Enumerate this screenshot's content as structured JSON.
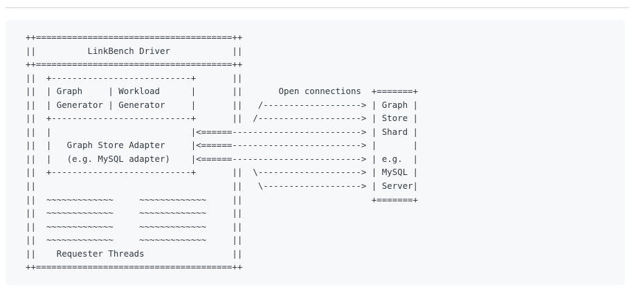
{
  "page": {
    "background_color": "#ffffff",
    "divider_color": "#e1e4e8"
  },
  "code_block": {
    "background_color": "#f6f8fa",
    "text_color": "#32383e",
    "diagram_labels": {
      "driver_title": "LinkBench Driver",
      "generator_box": [
        "Graph Generator",
        "Workload Generator"
      ],
      "adapter_box": [
        "Graph Store Adapter",
        "(e.g. MySQL adapter)"
      ],
      "connections_label": "Open connections",
      "shard_box": [
        "Graph",
        "Store",
        "Shard",
        "e.g.",
        "MySQL",
        "Server"
      ],
      "threads_label": "Requester Threads"
    },
    "lines": [
      "++======================================++",
      "||          LinkBench Driver            ||",
      "++======================================++",
      "||  +---------------------------+       ||",
      "||  | Graph     | Workload      |       ||       Open connections  +=======+",
      "||  | Generator | Generator     |       ||   /-------------------> | Graph |",
      "||  +---------------------------+       ||  /--------------------> | Store |",
      "||  |                           |<======-------------------------> | Shard |",
      "||  |   Graph Store Adapter     |<======-------------------------> |       |",
      "||  |   (e.g. MySQL adapter)    |<======-------------------------> | e.g.  |",
      "||  +---------------------------+       ||  \\--------------------> | MySQL |",
      "||                                      ||   \\-------------------> | Server|",
      "||  ~~~~~~~~~~~~~     ~~~~~~~~~~~~~     ||                         +=======+",
      "||  ~~~~~~~~~~~~~     ~~~~~~~~~~~~~     ||",
      "||  ~~~~~~~~~~~~~     ~~~~~~~~~~~~~     ||",
      "||  ~~~~~~~~~~~~~     ~~~~~~~~~~~~~     ||",
      "||    Requester Threads                 ||",
      "++======================================++"
    ]
  }
}
